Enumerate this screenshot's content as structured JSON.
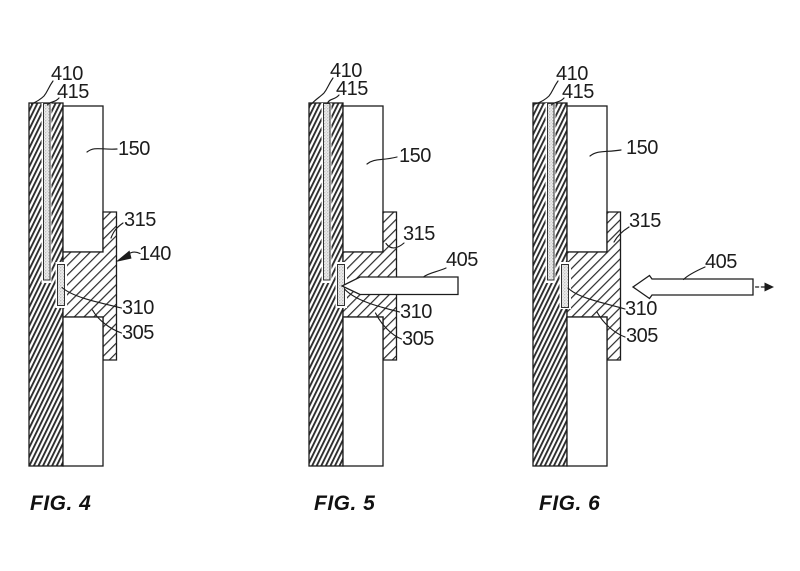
{
  "page": {
    "background": "#ffffff",
    "ink": "#1c1c1c",
    "type": "patent-figure-sheet"
  },
  "figures": [
    {
      "id": "fig4",
      "caption": "FIG. 4",
      "labels": {
        "410": "410",
        "415": "415",
        "150": "150",
        "315": "315",
        "140": "140",
        "310": "310",
        "305": "305"
      }
    },
    {
      "id": "fig5",
      "caption": "FIG. 5",
      "labels": {
        "410": "410",
        "415": "415",
        "150": "150",
        "315": "315",
        "405": "405",
        "310": "310",
        "305": "305"
      }
    },
    {
      "id": "fig6",
      "caption": "FIG. 6",
      "labels": {
        "410": "410",
        "415": "415",
        "150": "150",
        "315": "315",
        "405": "405",
        "310": "310",
        "305": "305"
      }
    }
  ]
}
